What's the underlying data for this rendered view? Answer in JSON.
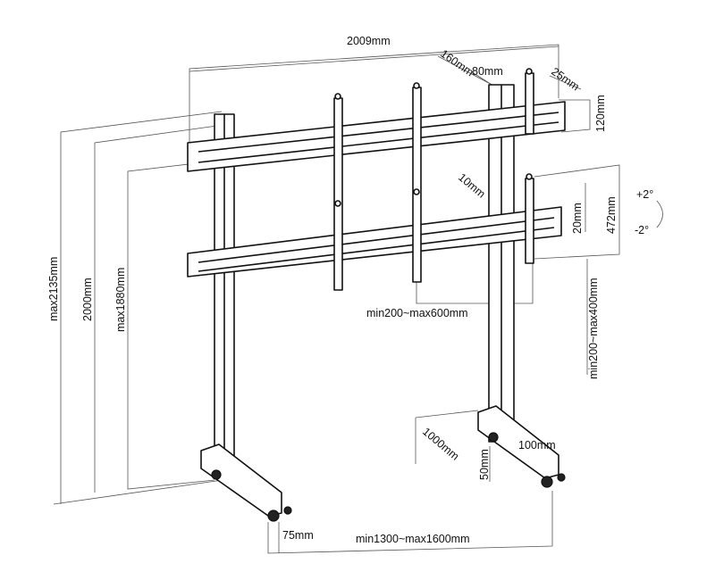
{
  "diagram": {
    "labels": {
      "overall_width": "2009mm",
      "bracket_offset": "160mm",
      "bracket_width": "80mm",
      "bracket_depth": "25mm",
      "rail_height": "120mm",
      "max_height": "max2135mm",
      "height": "2000mm",
      "max_mount_height": "max1880mm",
      "rail_depth": "10mm",
      "vertical_adjust": "20mm",
      "bracket_length": "472mm",
      "tilt_up": "+2°",
      "tilt_down": "-2°",
      "horizontal_spacing": "min200~max600mm",
      "vertical_spacing": "min200~max400mm",
      "base_depth": "1000mm",
      "base_height": "50mm",
      "base_width": "100mm",
      "upright_width": "75mm",
      "upright_spacing": "min1300~max1600mm"
    }
  }
}
